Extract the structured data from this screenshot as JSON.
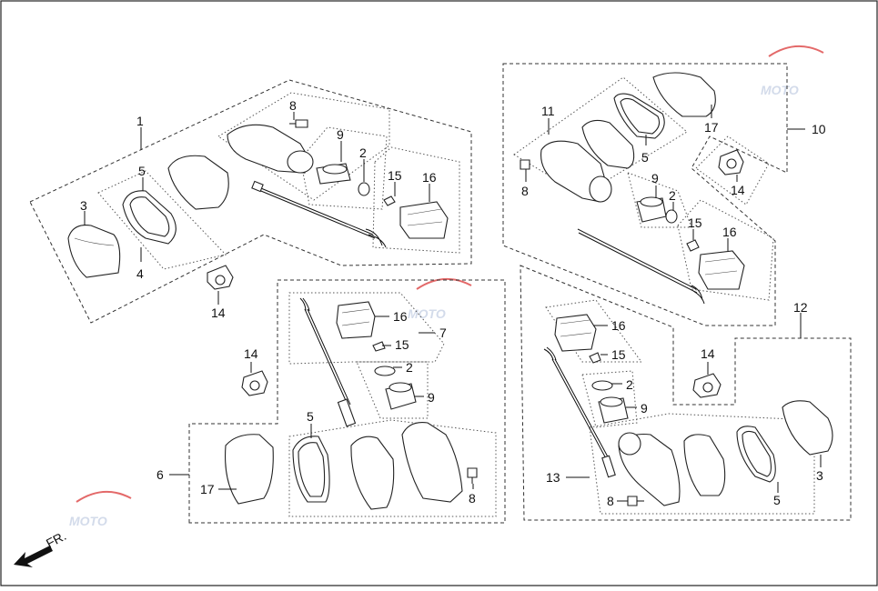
{
  "diagram": {
    "callouts": {
      "p1": "1",
      "p2a": "2",
      "p3a": "3",
      "p4": "4",
      "p5a": "5",
      "p8a": "8",
      "p9a": "9",
      "p14a": "14",
      "p15a": "15",
      "p16a": "16",
      "p6": "6",
      "p7": "7",
      "p14b": "14",
      "p16b": "16",
      "p15b": "15",
      "p2b": "2",
      "p9b": "9",
      "p5b": "5",
      "p8b": "8",
      "p17b": "17",
      "p10": "10",
      "p11": "11",
      "p5c": "5",
      "p17c": "17",
      "p8c": "8",
      "p9c": "9",
      "p2c": "2",
      "p14c": "14",
      "p15c": "15",
      "p16c": "16",
      "p12": "12",
      "p13": "13",
      "p16d": "16",
      "p15d": "15",
      "p2d": "2",
      "p9d": "9",
      "p14d": "14",
      "p8d": "8",
      "p5d": "5",
      "p3d": "3"
    },
    "direction_label": "FR.",
    "watermark": "MOTO"
  }
}
